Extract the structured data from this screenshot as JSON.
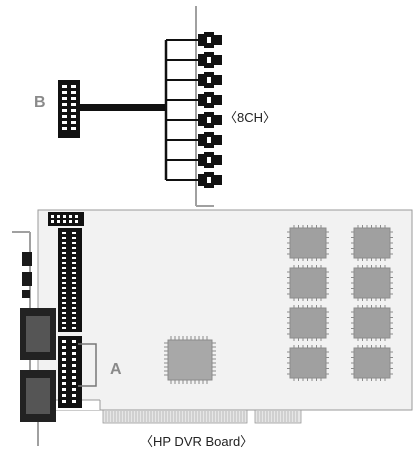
{
  "diagram": {
    "connector_b_label": "B",
    "connector_a_label": "A",
    "channel_label": "〈8CH〉",
    "board_caption": "〈HP DVR Board〉"
  },
  "colors": {
    "board_fill": "#f2f2f2",
    "board_stroke": "#9a9a9a",
    "chip_fill": "#a0a0a0",
    "cable": "#111111",
    "header": "#111111"
  },
  "icons": [
    "bnc-connector-icon",
    "ic-chip-icon",
    "pin-header-icon"
  ]
}
